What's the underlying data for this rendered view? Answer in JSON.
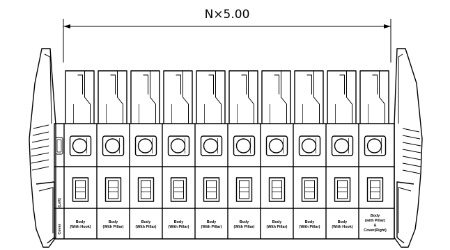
{
  "dimension": {
    "label": "N×5.00"
  },
  "cover_left": {
    "line1": "Cover",
    "line2": "(Left)"
  },
  "body_labels": [
    {
      "line1": "Body",
      "line2": "(With Hook)"
    },
    {
      "line1": "Body",
      "line2": "(With Pillar)"
    },
    {
      "line1": "Body",
      "line2": "(With Pillar)"
    },
    {
      "line1": "Body",
      "line2": "(With Pillar)"
    },
    {
      "line1": "Body",
      "line2": "(With Pillar)"
    },
    {
      "line1": "Body",
      "line2": "(With Pillar)"
    },
    {
      "line1": "Body",
      "line2": "(With Pillar)"
    },
    {
      "line1": "Body",
      "line2": "(With Pillar)"
    },
    {
      "line1": "Body",
      "line2": "(With Hook)"
    }
  ],
  "last_body": {
    "line1": "Body",
    "line2": "(with Pillar)",
    "line3": "&",
    "line4": "Cover(Right)"
  }
}
